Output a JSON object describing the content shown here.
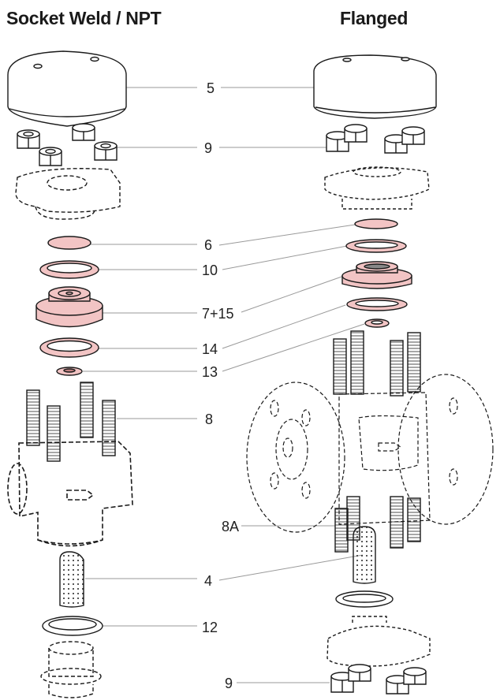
{
  "diagram": {
    "variants": [
      {
        "id": "socket-weld-npt",
        "title": "Socket Weld / NPT"
      },
      {
        "id": "flanged",
        "title": "Flanged"
      }
    ],
    "highlight_color": "#f2c4c4",
    "outline_color": "#1a1a1a",
    "leader_color": "#9a9a9a",
    "callouts": [
      {
        "label": "5",
        "part": "cover / cap"
      },
      {
        "label": "9",
        "part": "hex nut"
      },
      {
        "label": "6",
        "part": "disc"
      },
      {
        "label": "10",
        "part": "gasket"
      },
      {
        "label": "7+15",
        "part": "seat assembly"
      },
      {
        "label": "14",
        "part": "gasket"
      },
      {
        "label": "13",
        "part": "small gasket"
      },
      {
        "label": "8",
        "part": "stud"
      },
      {
        "label": "8A",
        "part": "stud (flanged)"
      },
      {
        "label": "4",
        "part": "strainer screen"
      },
      {
        "label": "12",
        "part": "gasket"
      },
      {
        "label": "9",
        "part": "hex nut (flanged bottom)"
      }
    ]
  }
}
